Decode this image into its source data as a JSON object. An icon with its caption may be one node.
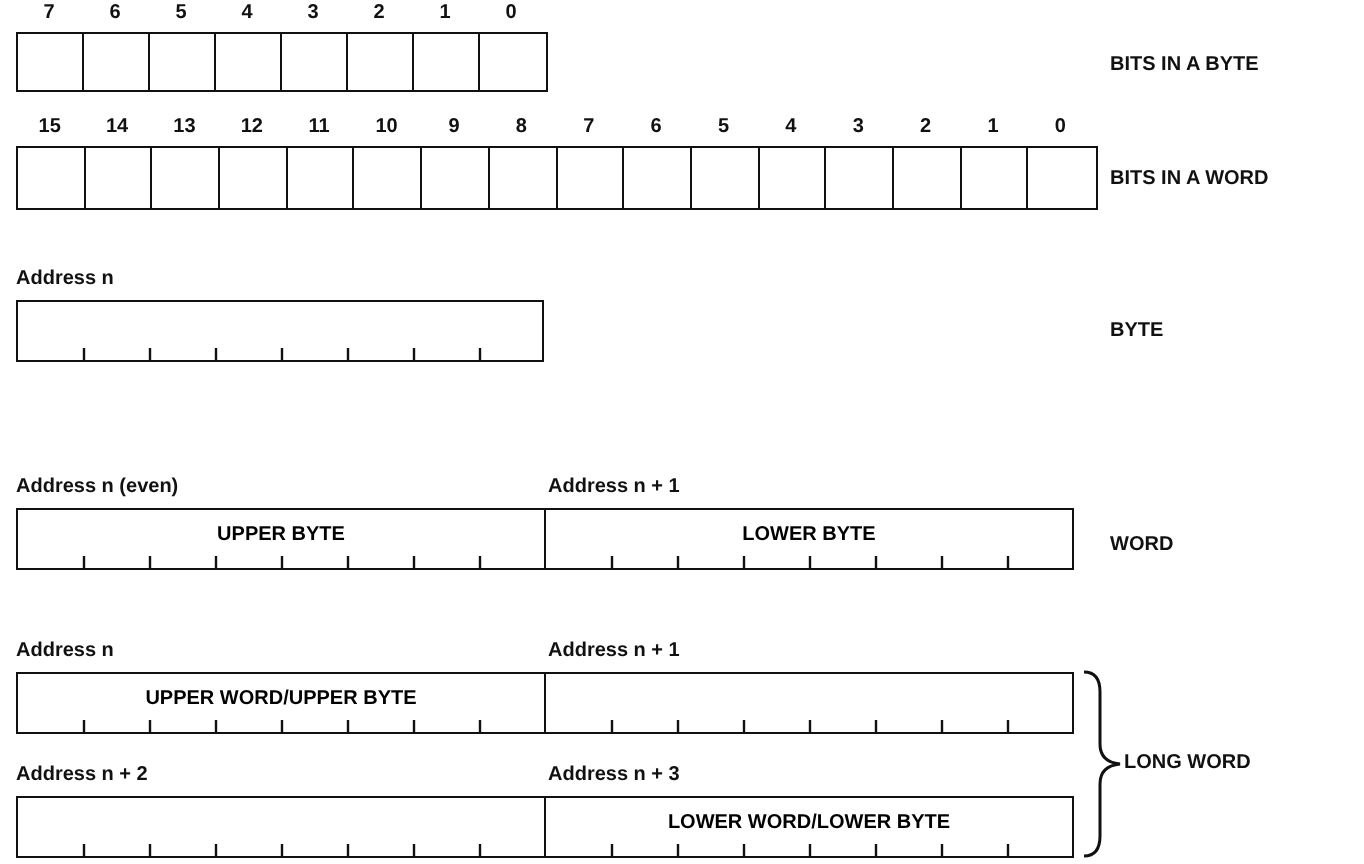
{
  "diagram": {
    "nodes": [
      {
        "text": [],
        "shape": "box"
      },
      {
        "text": [
          "UPPER BYTE"
        ]
      },
      {
        "text": [
          "LOWER BYTE"
        ]
      },
      {
        "text": [
          "UPPER WORD/UPPER BYTE"
        ]
      },
      {
        "text": [],
        "shape": "box"
      },
      {
        "text": [],
        "shape": "box"
      },
      {
        "text": [
          "LOWER WORD/LOWER BYTE"
        ]
      }
    ],
    "labels": [
      "7",
      "6",
      "5",
      "4",
      "3",
      "2",
      "1",
      "0",
      "BITS IN A BYTE",
      "15",
      "14",
      "13",
      "12",
      "11",
      "10",
      "9",
      "8",
      "7",
      "6",
      "5",
      "4",
      "3",
      "2",
      "1",
      "0",
      "BITS IN A WORD",
      "Address n",
      "BYTE",
      "Address n (even)",
      "Address n + 1",
      "WORD",
      "Address n",
      "Address n + 1",
      "Address n + 2",
      "Address n + 3",
      "LONG WORD"
    ]
  }
}
